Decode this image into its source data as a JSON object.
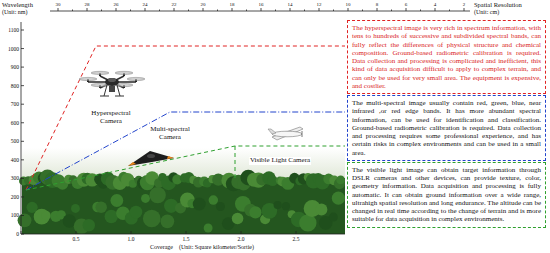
{
  "diagram": {
    "nodes": [
      {
        "text": [
          "The hyperspectral image is very rich in spectrum information, with tens to hundreds of successive and subdivided spectral bands, can fully reflect the differences of physical structure and chemical composition. Ground-based radiometric calibration is required. Data collection and processing is complicated and inefficient, this kind of data acquisition difficult to apply to complex terrain, and can only be used for very small area. The equipment is expensive, and costlier."
        ]
      },
      {
        "text": [
          "The multi-spectral image usually contain red, green, blue, near infrared ,or red edge bands. It has more abundant spectral information, can be used for identification and classification. Ground-based radiometric calibration is required. Data collection and processing requires some professional experience, and has certain risks in complex environments and can be used in a small area."
        ]
      },
      {
        "text": [
          "The visible light image can obtain target information through DSLR cameras and other devices, can provide texture, color, geometry information. Data acquisition and processing is fully automatic. It can obtain ground information over a wide range, ultrahigh spatial resolution and long endurance. The altitude can be changed in real time according to the change of terrain and is more suitable for data acquisition in complex environments."
        ]
      }
    ],
    "labels": [
      "Wavelength",
      "(Unit: nm)",
      "Spatial Resolution",
      "(Unit: cm)",
      "30",
      "28",
      "26",
      "24",
      "22",
      "20",
      "18",
      "16",
      "14",
      "12",
      "10",
      "8",
      "6",
      "4",
      "2",
      "1100",
      "1000",
      "900",
      "800",
      "700",
      "600",
      "500",
      "400",
      "300",
      "200",
      "100",
      "0",
      "0.5",
      "1.0",
      "1.5",
      "2.0",
      "2.5",
      "Coverage",
      "(Unit: Square kilometer/Sortie)",
      "Hyperspectral Camera",
      "Multi-spectral Camera",
      "Visible Light Camera"
    ]
  }
}
